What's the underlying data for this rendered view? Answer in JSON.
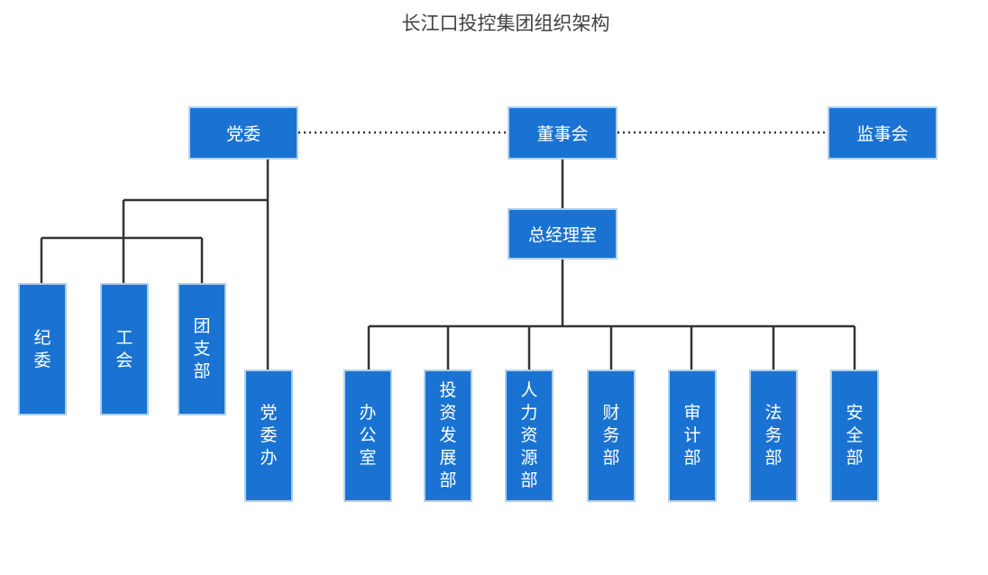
{
  "title": "长江口投控集团组织架构",
  "colors": {
    "box_fill": "#1a73d2",
    "box_border": "#b3cfea",
    "line": "#333333"
  },
  "top_row": {
    "party": "党委",
    "board": "董事会",
    "supervisory": "监事会"
  },
  "ceo_office": "总经理室",
  "party_units": [
    [
      "纪",
      "委"
    ],
    [
      "工",
      "会"
    ],
    [
      "团",
      "支",
      "部"
    ],
    [
      "党",
      "委",
      "办"
    ]
  ],
  "departments": [
    [
      "办",
      "公",
      "室"
    ],
    [
      "投",
      "资",
      "发",
      "展",
      "部"
    ],
    [
      "人",
      "力",
      "资",
      "源",
      "部"
    ],
    [
      "财",
      "务",
      "部"
    ],
    [
      "审",
      "计",
      "部"
    ],
    [
      "法",
      "务",
      "部"
    ],
    [
      "安",
      "全",
      "部"
    ]
  ]
}
